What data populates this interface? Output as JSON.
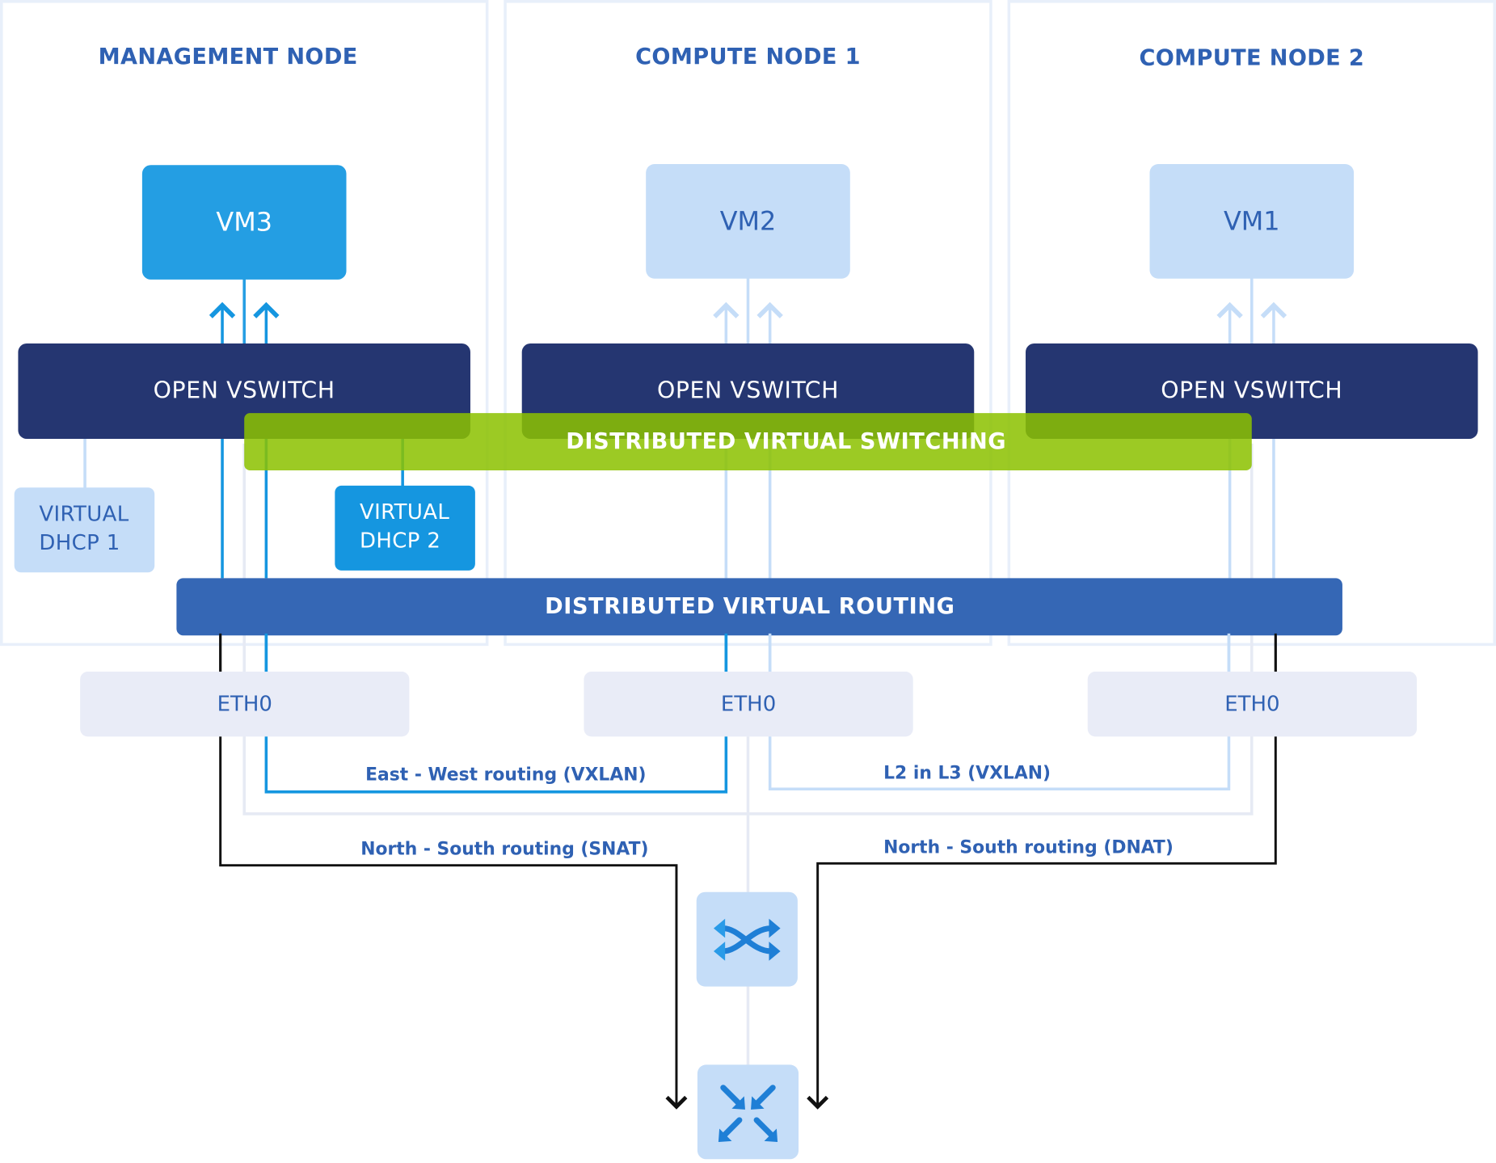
{
  "nodes": {
    "management": {
      "title": "MANAGEMENT NODE",
      "vm": "VM3",
      "switch": "OPEN VSWITCH"
    },
    "compute1": {
      "title": "COMPUTE NODE 1",
      "vm": "VM2",
      "switch": "OPEN VSWITCH"
    },
    "compute2": {
      "title": "COMPUTE NODE 2",
      "vm": "VM1",
      "switch": "OPEN VSWITCH"
    }
  },
  "dhcp": {
    "dhcp1": {
      "line1": "VIRTUAL",
      "line2": "DHCP 1"
    },
    "dhcp2": {
      "line1": "VIRTUAL",
      "line2": "DHCP 2"
    }
  },
  "bands": {
    "switching": "DISTRIBUTED VIRTUAL SWITCHING",
    "routing": "DISTRIBUTED VIRTUAL ROUTING"
  },
  "interfaces": {
    "eth_management": "ETH0",
    "eth_compute1": "ETH0",
    "eth_compute2": "ETH0"
  },
  "routes": {
    "east_west": "East - West routing (VXLAN)",
    "l2_in_l3": "L2 in L3 (VXLAN)",
    "north_south_snat": "North - South routing (SNAT)",
    "north_south_dnat": "North - South routing (DNAT)"
  },
  "icons": {
    "switch_device": "network-switch-icon",
    "router_device": "router-icon"
  },
  "colors": {
    "title_blue": "#2f61b3",
    "active_vm": "#249ee3",
    "idle_vm": "#c5ddf8",
    "vswitch": "#253671",
    "switching_band": "#8cc100",
    "routing_band": "#3567b5",
    "eth": "#e9ecf7",
    "active_path": "#1596e0",
    "idle_path": "#c5ddf8",
    "north_south_path": "#111111"
  }
}
